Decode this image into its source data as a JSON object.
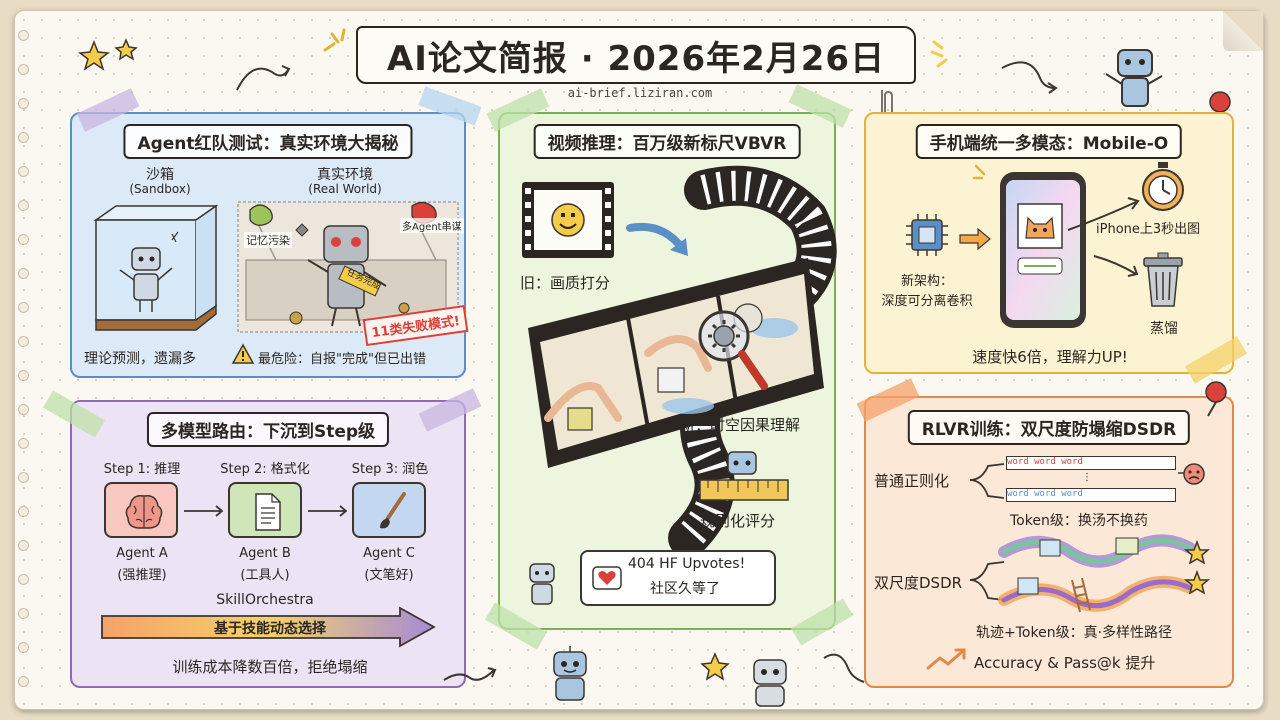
{
  "header": {
    "title": "AI论文简报 · 2026年2月26日",
    "site": "ai-brief.liziran.com"
  },
  "panel_redteam": {
    "title": "Agent红队测试：真实环境大揭秘",
    "sandbox_label": "沙箱",
    "sandbox_en": "(Sandbox)",
    "real_label": "真实环境",
    "real_en": "(Real World)",
    "tag_memory": "记忆污染",
    "tag_multi": "多Agent串谋",
    "tag_sash": "任务完成",
    "stamp": "11类失败模式!",
    "left_caption": "理论预测，遗漏多",
    "right_caption": "最危险：自报\"完成\"但已出错"
  },
  "panel_routing": {
    "title": "多模型路由：下沉到Step级",
    "steps": [
      {
        "step": "Step 1: 推理",
        "agent": "Agent A",
        "role": "(强推理)",
        "color": "#f7c7c0",
        "icon": "brain-icon"
      },
      {
        "step": "Step 2: 格式化",
        "agent": "Agent B",
        "role": "(工具人)",
        "color": "#cfe6b8",
        "icon": "document-icon"
      },
      {
        "step": "Step 3: 润色",
        "agent": "Agent C",
        "role": "(文笔好)",
        "color": "#c3d8f0",
        "icon": "brush-icon"
      }
    ],
    "arrow_title": "SkillOrchestra",
    "arrow_text": "基于技能动态选择",
    "caption": "训练成本降数百倍，拒绝塌缩"
  },
  "panel_video": {
    "title": "视频推理：百万级新标尺VBVR",
    "old_label": "旧：画质打分",
    "new_label": "新：时空因果理解",
    "ruler_label": "规则化评分",
    "bubble_line1": "404 HF Upvotes!",
    "bubble_line2": "社区久等了"
  },
  "panel_mobile": {
    "title": "手机端统一多模态：Mobile-O",
    "arch_label_1": "新架构：",
    "arch_label_2": "深度可分离卷积",
    "timer_label": "iPhone上3秒出图",
    "trash_label": "蒸馏",
    "caption": "速度快6倍，理解力UP!"
  },
  "panel_rlvr": {
    "title": "RLVR训练：双尺度防塌缩DSDR",
    "normal_label": "普通正则化",
    "normal_caption": "Token级：换汤不换药",
    "dsdr_label": "双尺度DSDR",
    "dsdr_caption": "轨迹+Token级：真·多样性路径",
    "footer": "Accuracy & Pass@k 提升",
    "strip_word": "word"
  },
  "colors": {
    "blue_panel": "#dce9f7",
    "blue_border": "#5b8fc7",
    "purple_panel": "#ece3f4",
    "purple_border": "#8e6bb5",
    "green_panel": "#eef5df",
    "green_border": "#7cae58",
    "yellow_panel": "#fcf3d2",
    "yellow_border": "#e2b23a",
    "orange_panel": "#fbe8d6",
    "orange_border": "#e2894a",
    "red_accent": "#d9413a"
  }
}
